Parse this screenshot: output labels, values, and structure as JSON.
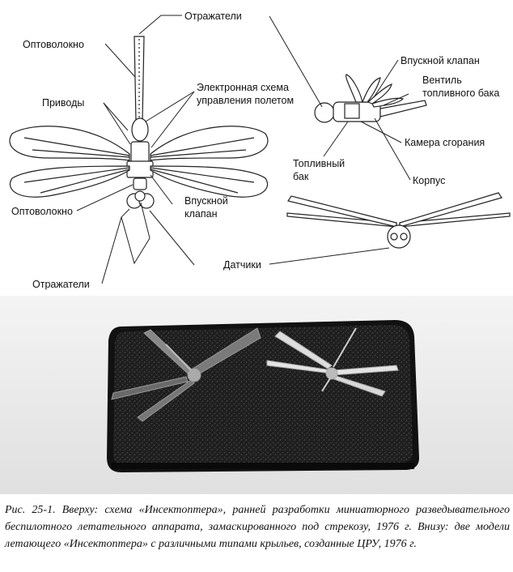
{
  "diagram": {
    "labels": {
      "reflectors_top": "Отражатели",
      "fiber_top": "Оптоволокно",
      "electronics_line1": "Электронная схема",
      "electronics_line2": "управления полетом",
      "actuators": "Приводы",
      "fiber_bottom": "Оптоволокно",
      "intake_valve_left_line1": "Впускной",
      "intake_valve_left_line2": "клапан",
      "reflectors_bottom": "Отражатели",
      "sensors": "Датчики",
      "intake_valve_right": "Впускной клапан",
      "fuel_valve_line1": "Вентиль",
      "fuel_valve_line2": "топливного бака",
      "combustion_chamber": "Камера сгорания",
      "fuel_tank_line1": "Топливный",
      "fuel_tank_line2": "бак",
      "body": "Корпус"
    }
  },
  "caption": {
    "text": "Рис. 25-1. Вверху: схема «Инсектоптера», ранней разработки миниатюрного разведывательного беспилотного летательного аппарата, замаскированного под стрекозу, 1976 г. Внизу: две модели летающего «Инсектоптера» с различными типами крыльев, созданные ЦРУ, 1976 г."
  }
}
